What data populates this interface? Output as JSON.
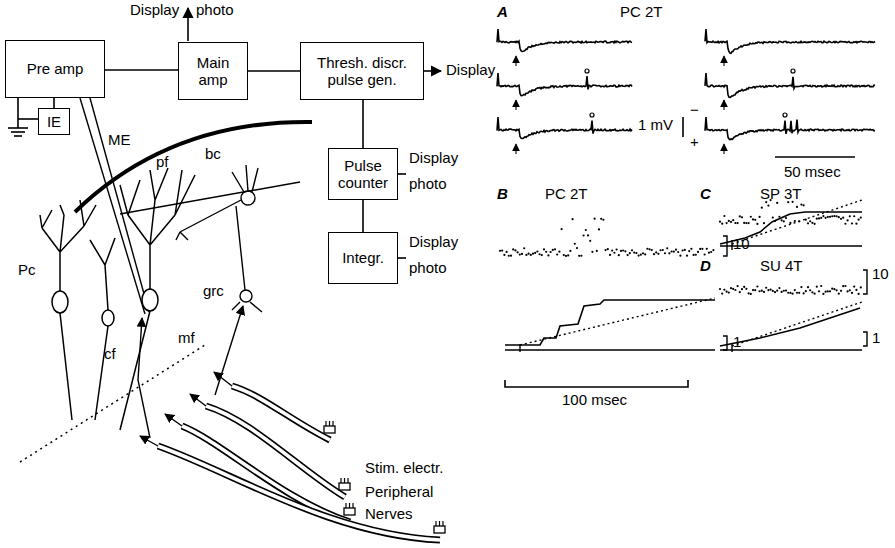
{
  "diagram": {
    "nodes": [
      {
        "text": [
          "Pre amp"
        ]
      },
      {
        "text": [
          "Main amp"
        ]
      },
      {
        "text": [
          "Thresh. discr. pulse gen."
        ]
      },
      {
        "text": [
          "Pulse counter"
        ]
      },
      {
        "text": [
          "Integr."
        ]
      },
      {
        "text": [
          "IE"
        ]
      }
    ],
    "edges": [
      {
        "from": 0,
        "to": 1,
        "arrow": "none"
      },
      {
        "from": 1,
        "to": 2,
        "arrow": "none"
      },
      {
        "from": 2,
        "to": 3,
        "arrow": "none"
      },
      {
        "from": 3,
        "to": 4,
        "arrow": "none"
      },
      {
        "from": 0,
        "to": 5,
        "arrow": "none"
      }
    ],
    "labels": [
      "Display",
      "photo",
      "Display",
      "Display",
      "photo",
      "Display",
      "photo",
      "ME",
      "Pc",
      "pf",
      "bc",
      "grc",
      "mf",
      "cf",
      "Stim. electr.",
      "Peripheral",
      "Nerves",
      "A",
      "PC 2T",
      "1 mV",
      "−",
      "+",
      "50 msec",
      "B",
      "PC 2T",
      "10",
      "1",
      "100 msec",
      "C",
      "SP 3T",
      "D",
      "SU 4T",
      "10",
      "1"
    ]
  }
}
